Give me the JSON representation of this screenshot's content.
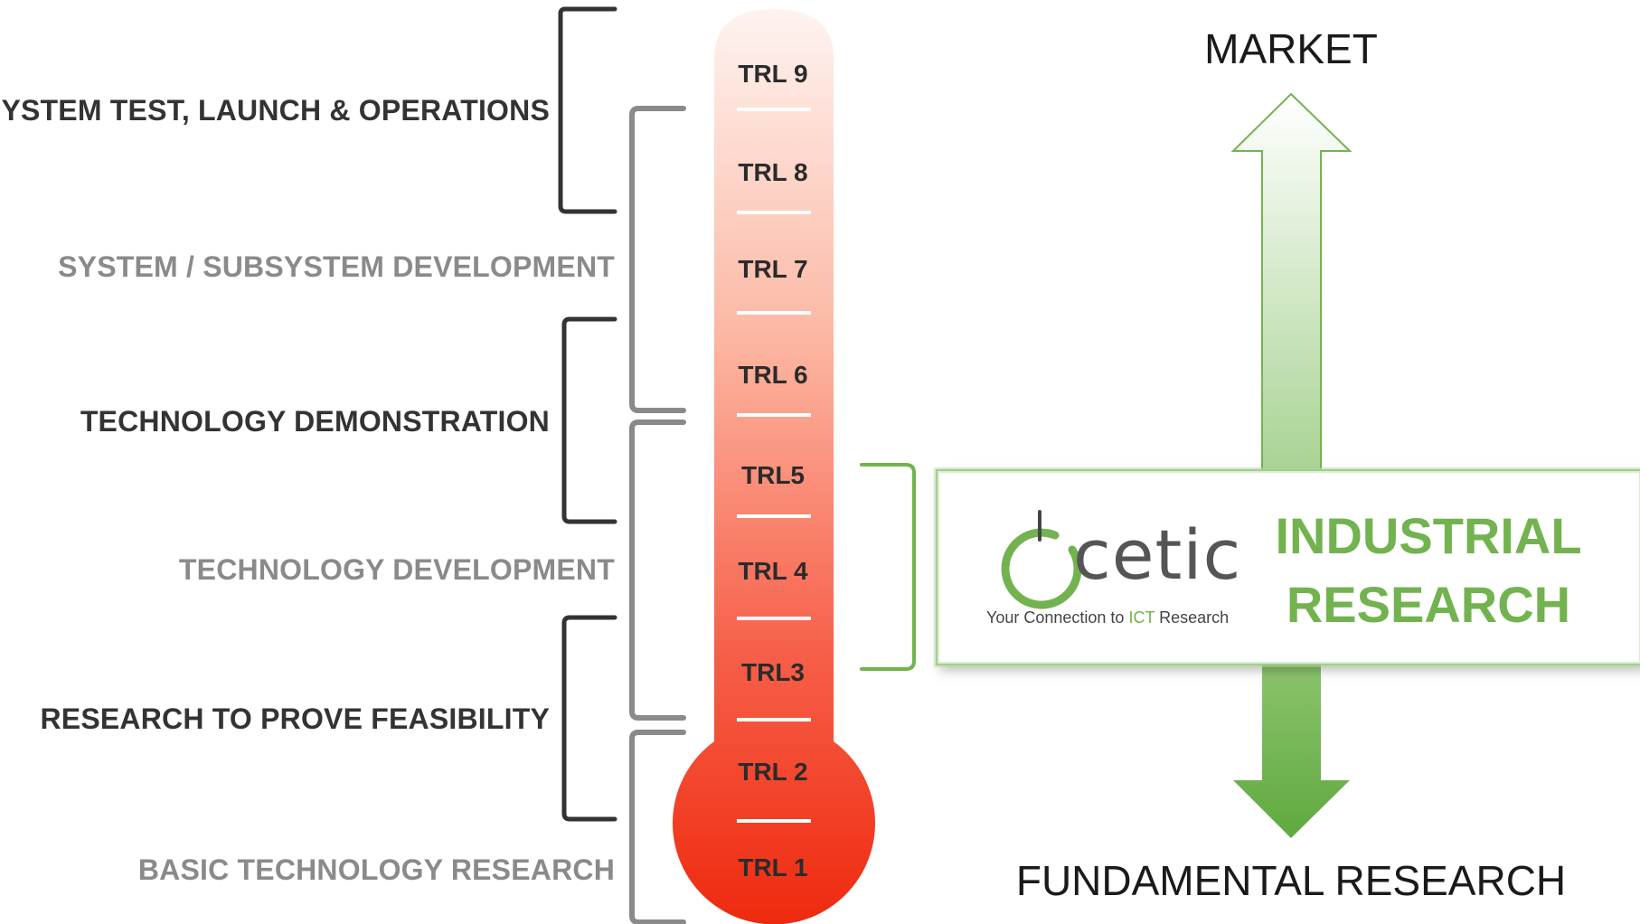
{
  "phases": [
    {
      "label": "SYSTEM TEST, LAUNCH & OPERATIONS"
    },
    {
      "label": "SYSTEM / SUBSYSTEM DEVELOPMENT"
    },
    {
      "label": "TECHNOLOGY DEMONSTRATION"
    },
    {
      "label": "TECHNOLOGY DEVELOPMENT"
    },
    {
      "label": "RESEARCH TO PROVE FEASIBILITY"
    },
    {
      "label": "BASIC TECHNOLOGY RESEARCH"
    }
  ],
  "trl_levels": [
    "TRL 9",
    "TRL 8",
    "TRL 7",
    "TRL 6",
    "TRL5",
    "TRL 4",
    "TRL3",
    "TRL 2",
    "TRL 1"
  ],
  "axis": {
    "top": "MARKET",
    "bottom": "FUNDAMENTAL RESEARCH"
  },
  "industrial_research": {
    "line1": "INDUSTRIAL",
    "line2": "RESEARCH"
  },
  "logo": {
    "name": "cetic",
    "tagline_before": "Your Connection to ",
    "tagline_ict": "ICT",
    "tagline_after": " Research"
  },
  "colors": {
    "accent_green": "#72b34f",
    "thermo_top": "#fdeee9",
    "thermo_bottom": "#f23a1a",
    "bracket_dark": "#333333",
    "bracket_gray": "#8a8a8a"
  }
}
